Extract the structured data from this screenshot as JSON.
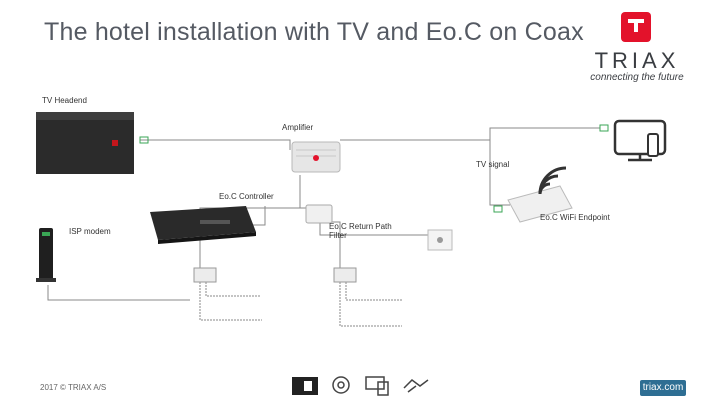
{
  "slide": {
    "title": "The hotel installation with TV and Eo.C on Coax",
    "footer": "2017 © TRIAX A/S",
    "site_badge": "triax.com"
  },
  "logo": {
    "word": "TRIAX",
    "tagline": "connecting the future",
    "brand_color": "#e3122b"
  },
  "labels": {
    "tv_headend": "TV Headend",
    "amplifier": "Amplifier",
    "tv_signal": "TV signal",
    "eoc_controller": "Eo.C Controller",
    "isp_modem": "ISP modem",
    "eoc_return_filter": "Eo.C Return Path Filter",
    "eoc_wifi_endpoint": "Eo.C WiFi Endpoint"
  },
  "colors": {
    "cable": "#8a8a8a",
    "wifi": "#333333",
    "accent_green": "#3aa655"
  },
  "footer_icons": [
    "tv-icon",
    "music-icon",
    "devices-icon",
    "handshake-icon"
  ]
}
